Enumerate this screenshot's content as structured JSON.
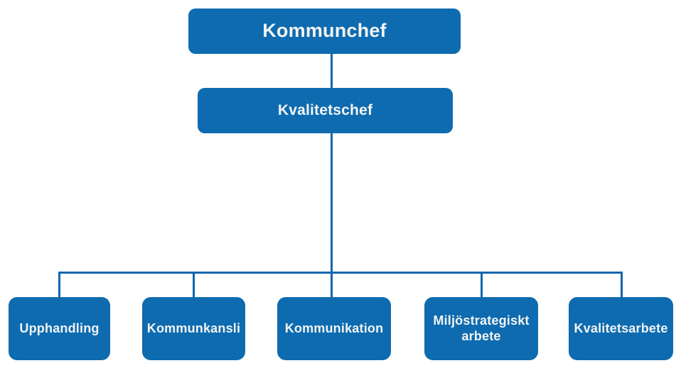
{
  "colors": {
    "box_fill": "#0e6bb0",
    "line_color": "#1566ad",
    "text_color": "#f2f4f3",
    "page_bg": "#ffffff"
  },
  "org": {
    "root": {
      "label": "Kommunchef"
    },
    "manager": {
      "label": "Kvalitetschef"
    },
    "departments": [
      {
        "label": "Upphandling"
      },
      {
        "label": "Kommunkansli"
      },
      {
        "label": "Kommunikation"
      },
      {
        "label": "Miljöstrategiskt arbete"
      },
      {
        "label": "Kvalitetsarbete"
      }
    ]
  }
}
